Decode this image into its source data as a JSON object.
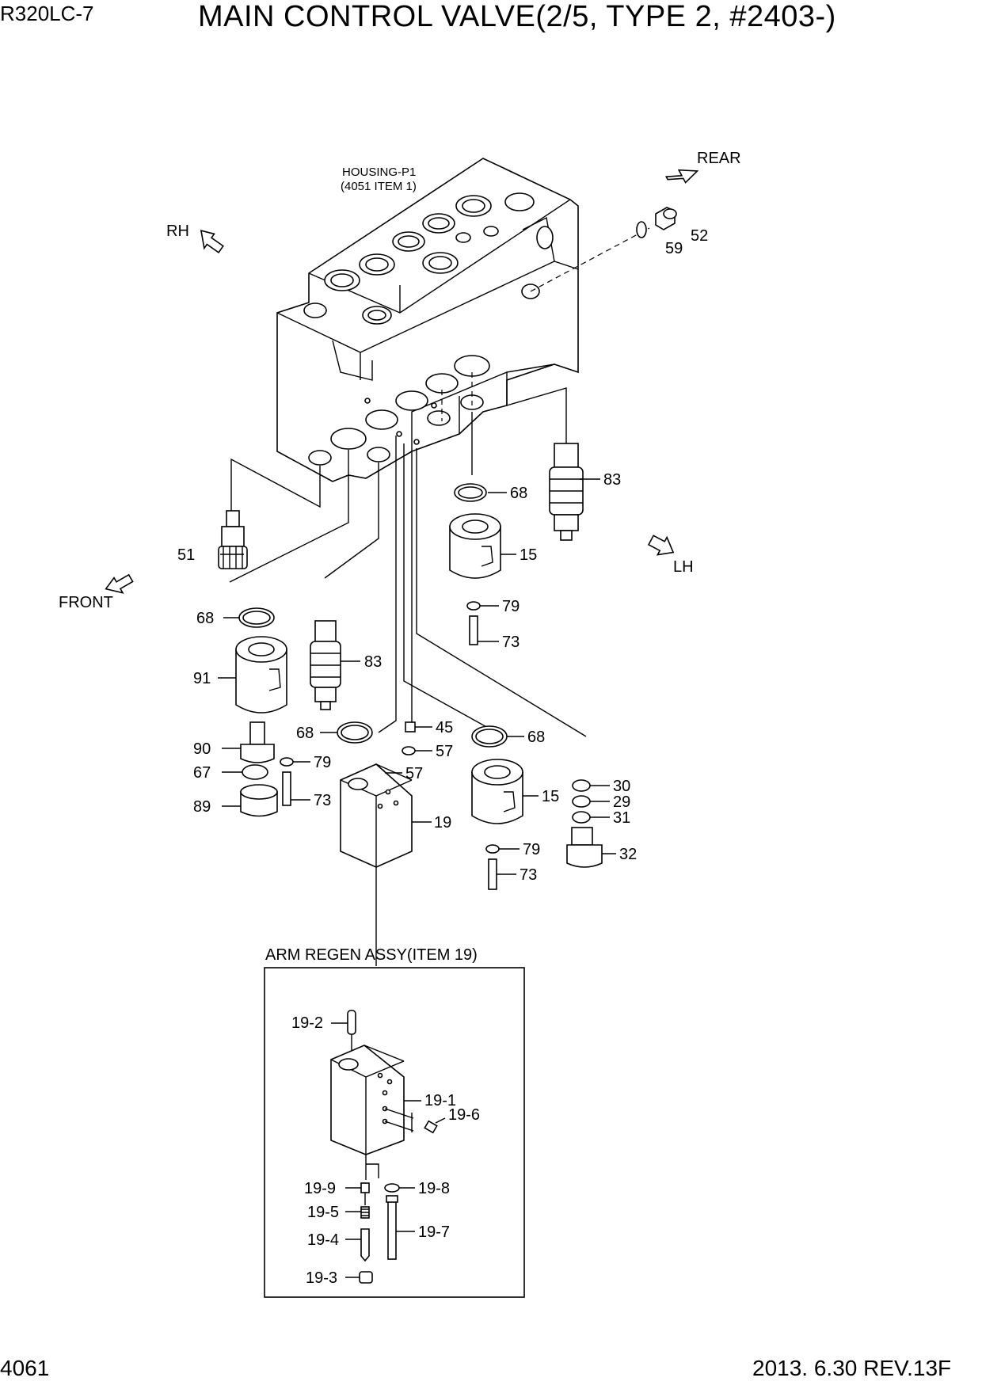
{
  "header": {
    "model": "R320LC-7",
    "title": "MAIN CONTROL VALVE(2/5, TYPE 2, #2403-)"
  },
  "footer": {
    "page_number": "4061",
    "revision": "2013. 6.30  REV.13F"
  },
  "diagram": {
    "housing_label_1": "HOUSING-P1",
    "housing_label_2": "(4051 ITEM 1)",
    "directions": {
      "rear": "REAR",
      "rh": "RH",
      "front": "FRONT",
      "lh": "LH"
    },
    "callouts": {
      "p52": "52",
      "p59": "59",
      "p83a": "83",
      "p68a": "68",
      "p51": "51",
      "p15a": "15",
      "p79a": "79",
      "p73a": "73",
      "p68b": "68",
      "p91": "91",
      "p83b": "83",
      "p45": "45",
      "p57a": "57",
      "p68c": "68",
      "p68d": "68",
      "p90": "90",
      "p79b": "79",
      "p67": "67",
      "p57b": "57",
      "p30": "30",
      "p29": "29",
      "p31": "31",
      "p15b": "15",
      "p89": "89",
      "p73b": "73",
      "p19": "19",
      "p32": "32",
      "p79c": "79",
      "p73c": "73"
    },
    "inset": {
      "title": "ARM REGEN ASSY(ITEM 19)",
      "callouts": {
        "c19_2": "19-2",
        "c19_1": "19-1",
        "c19_6": "19-6",
        "c19_9": "19-9",
        "c19_8": "19-8",
        "c19_5": "19-5",
        "c19_4": "19-4",
        "c19_7": "19-7",
        "c19_3": "19-3"
      }
    }
  }
}
